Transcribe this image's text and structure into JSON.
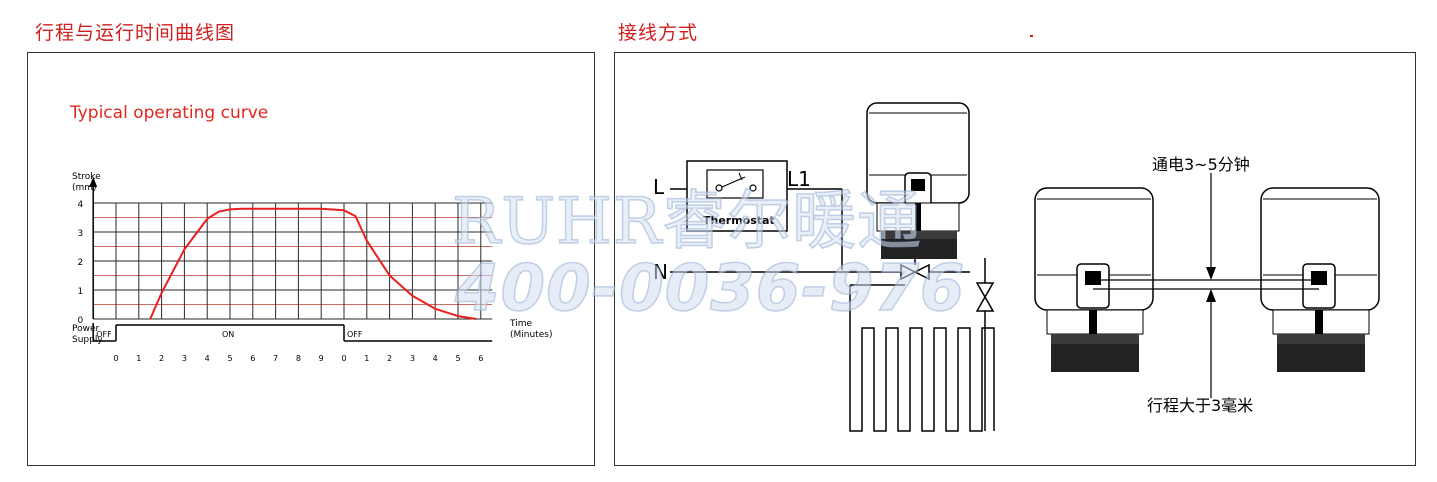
{
  "left": {
    "heading": "行程与运行时间曲线图",
    "title": "Typical operating curve",
    "chart_data": {
      "type": "line",
      "ylabel": "Stroke\n(mm)",
      "xlabel": "Time\n(Minutes)",
      "ylim": [
        0,
        4
      ],
      "y_ticks": [
        "0",
        "1",
        "2",
        "3",
        "4"
      ],
      "x_ticks": [
        "0",
        "1",
        "2",
        "3",
        "4",
        "5",
        "6",
        "7",
        "8",
        "9",
        "0",
        "1",
        "2",
        "3",
        "4",
        "5",
        "6"
      ],
      "grid": true,
      "series": [
        {
          "color": "#e8201e",
          "x": [
            1.5,
            2,
            3,
            4,
            4.5,
            5,
            5.5,
            6,
            7,
            8,
            9,
            10,
            10.5,
            11,
            12,
            13,
            14,
            15,
            15.8
          ],
          "y": [
            0,
            0.9,
            2.4,
            3.45,
            3.7,
            3.78,
            3.8,
            3.8,
            3.8,
            3.8,
            3.8,
            3.75,
            3.55,
            2.7,
            1.5,
            0.8,
            0.35,
            0.1,
            0
          ]
        }
      ],
      "power_supply": {
        "label": "Power\nSupply",
        "segments": [
          {
            "label": "OFF",
            "start": -1,
            "end": 0,
            "state": "off"
          },
          {
            "label": "ON",
            "start": 0,
            "end": 10,
            "state": "on"
          },
          {
            "label": "OFF",
            "start": 10,
            "end": 16.5,
            "state": "off"
          }
        ]
      }
    }
  },
  "right": {
    "heading": "接线方式",
    "label_L": "L",
    "label_L1": "L1",
    "label_N": "N",
    "thermostat": "Thermostat",
    "note_top": "通电3~5分钟",
    "note_bottom": "行程大于3毫米"
  },
  "watermark": {
    "brand": "RUHR睿尔暖通",
    "phone": "400-0036-976"
  },
  "colors": {
    "heading": "#d21e1e",
    "curve": "#e8201e",
    "grid_line": "#2a2a2a",
    "grid_accent": "#c0392b",
    "watermark": "#9fb6dd"
  }
}
